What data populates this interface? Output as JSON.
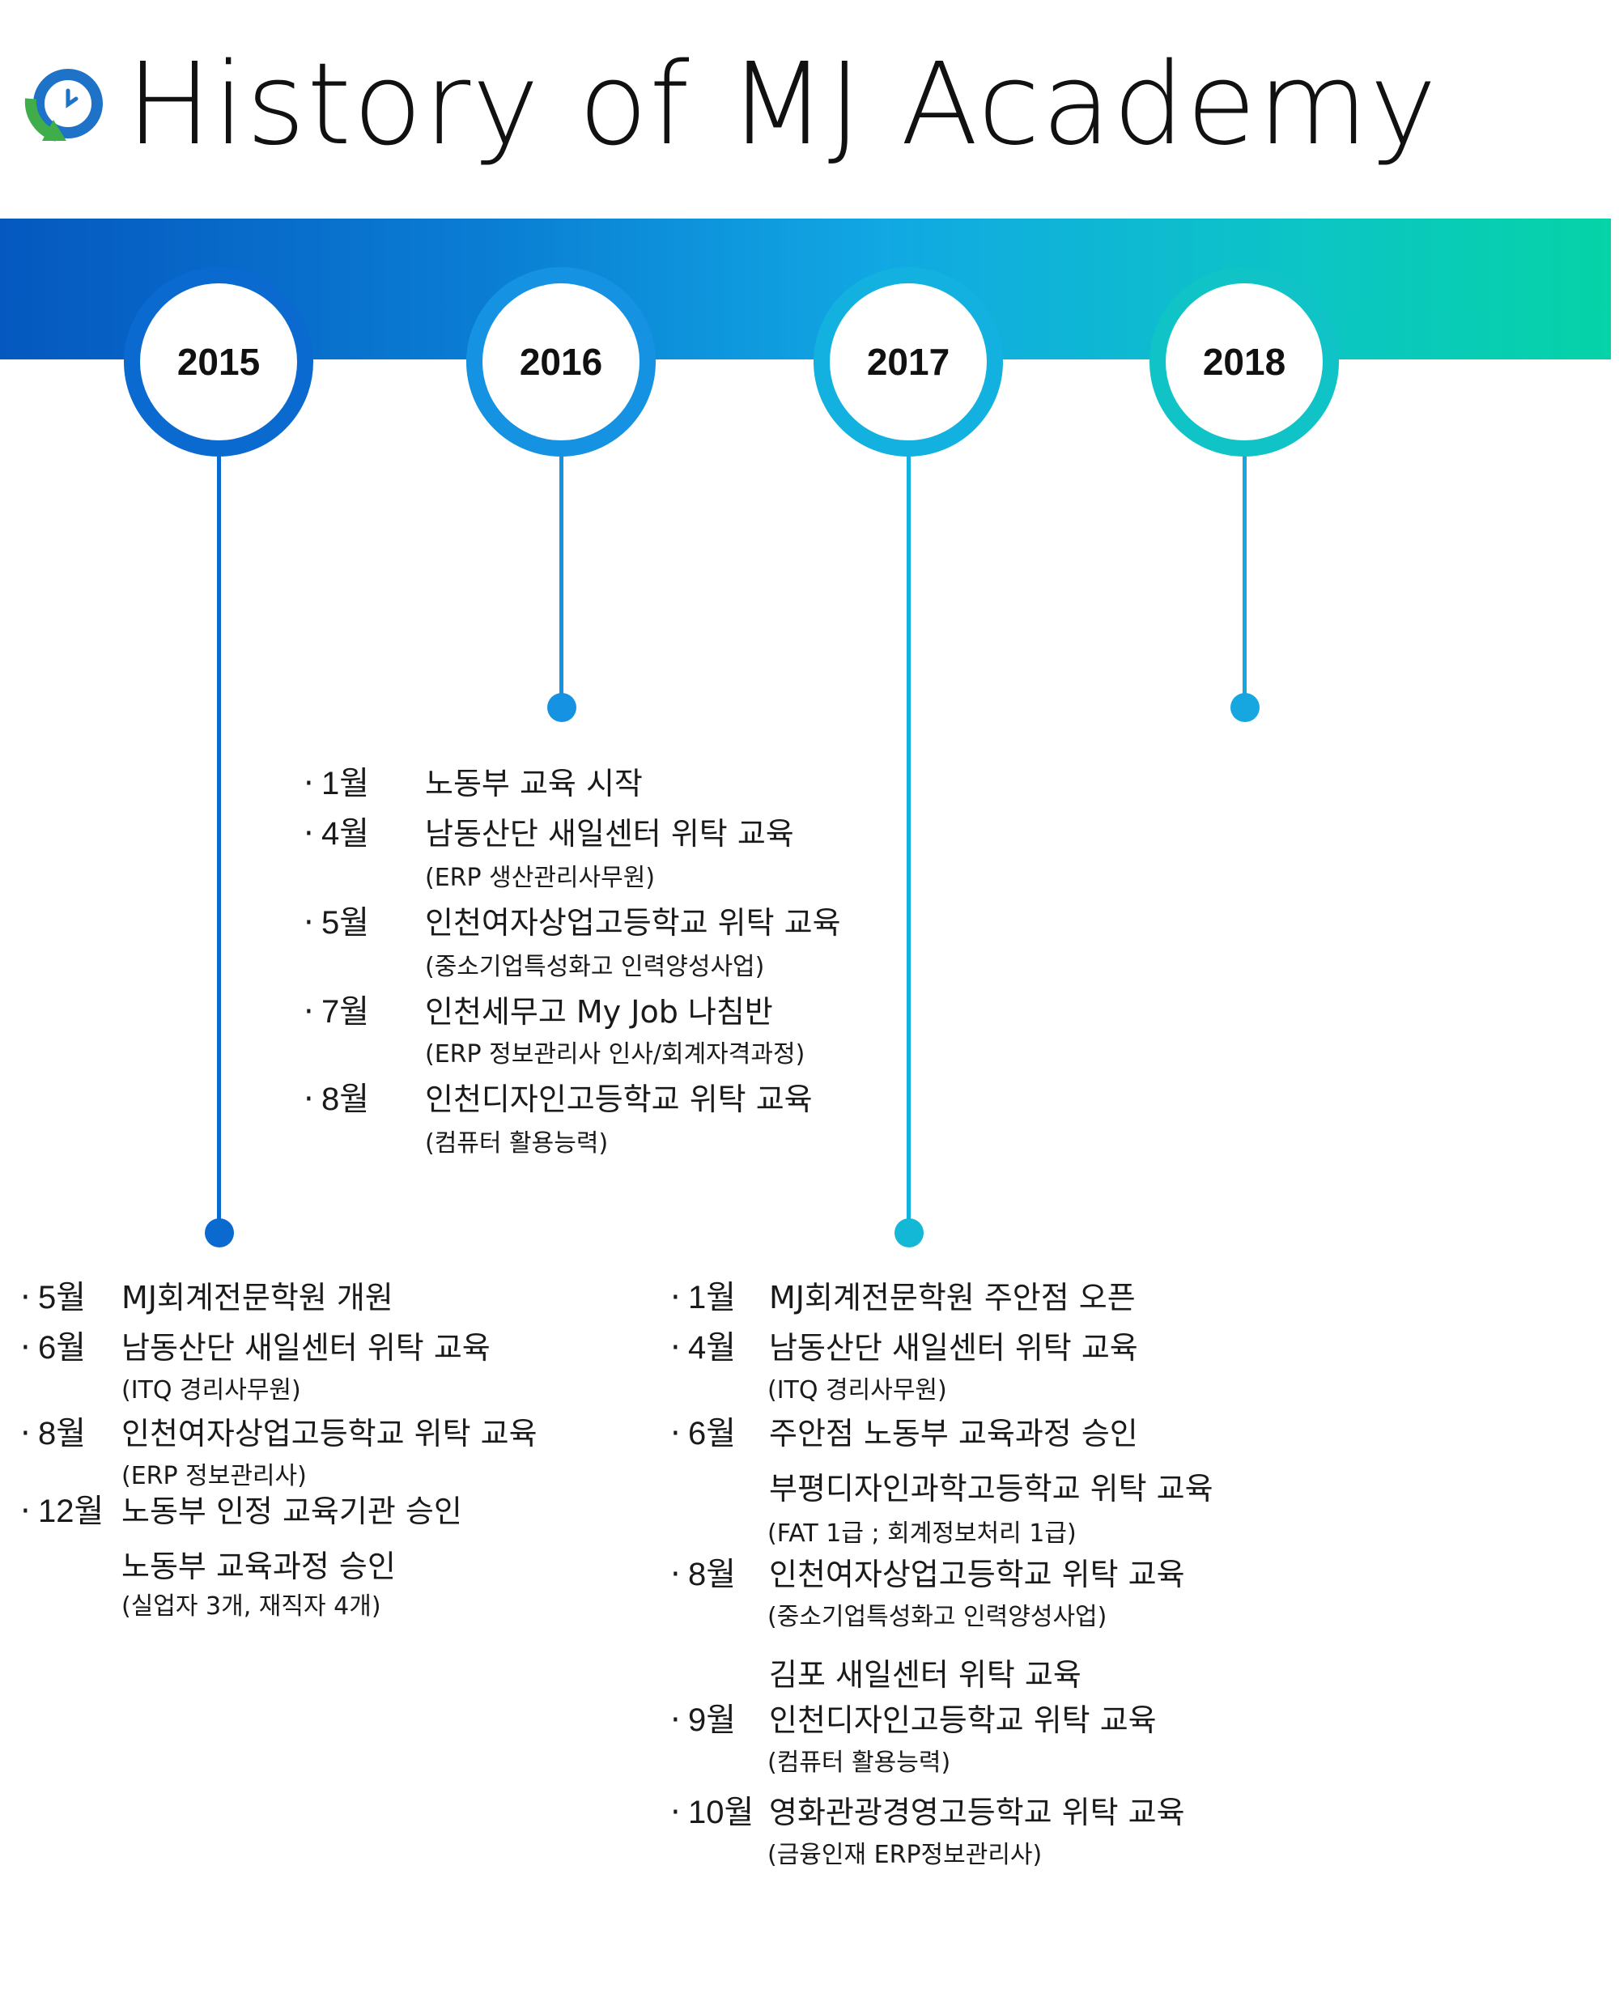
{
  "header": {
    "title": "History of MJ Academy",
    "logo_icon": "clock-refresh-icon",
    "colors": {
      "blue": "#1e72c8",
      "green": "#3fae4a"
    }
  },
  "timeline": {
    "band_colors": [
      "#0558bf",
      "#11a8e3",
      "#05d3a7"
    ],
    "years": [
      {
        "label": "2015",
        "color": "#0b6ad0"
      },
      {
        "label": "2016",
        "color": "#1592e2"
      },
      {
        "label": "2017",
        "color": "#12b1df"
      },
      {
        "label": "2018",
        "color": "#0fc3c7"
      }
    ]
  },
  "events": {
    "y2015": [
      {
        "month": "5월",
        "desc": "MJ회계전문학원 개원",
        "notes": []
      },
      {
        "month": "6월",
        "desc": "남동산단 새일센터 위탁 교육",
        "notes": [
          "(ITQ 경리사무원)"
        ]
      },
      {
        "month": "8월",
        "desc": "인천여자상업고등학교 위탁 교육",
        "notes": [
          "(ERP 정보관리사)"
        ]
      },
      {
        "month": "12월",
        "desc": "노동부 인정 교육기관 승인",
        "desc2": "노동부 교육과정 승인",
        "notes": [
          "(실업자 3개, 재직자 4개)"
        ]
      }
    ],
    "y2016": [
      {
        "month": "1월",
        "desc": "노동부 교육 시작",
        "notes": []
      },
      {
        "month": "4월",
        "desc": "남동산단 새일센터 위탁 교육",
        "notes": [
          "(ERP 생산관리사무원)"
        ]
      },
      {
        "month": "5월",
        "desc": "인천여자상업고등학교 위탁 교육",
        "notes": [
          "(중소기업특성화고 인력양성사업)"
        ]
      },
      {
        "month": "7월",
        "desc": "인천세무고 My Job 나침반",
        "notes": [
          "(ERP 정보관리사 인사/회계자격과정)"
        ]
      },
      {
        "month": "8월",
        "desc": "인천디자인고등학교 위탁 교육",
        "notes": [
          "(컴퓨터 활용능력)"
        ]
      }
    ],
    "y2017": [
      {
        "month": "1월",
        "desc": "MJ회계전문학원 주안점 오픈",
        "notes": []
      },
      {
        "month": "4월",
        "desc": "남동산단 새일센터 위탁 교육",
        "notes": [
          "(ITQ 경리사무원)"
        ]
      },
      {
        "month": "6월",
        "desc": "주안점 노동부 교육과정 승인",
        "desc2": "부평디자인과학고등학교 위탁 교육",
        "notes": [
          "(FAT 1급 ; 회계정보처리 1급)"
        ]
      },
      {
        "month": "8월",
        "desc": "인천여자상업고등학교 위탁 교육",
        "notes": [
          "(중소기업특성화고 인력양성사업)"
        ],
        "desc3": "김포 새일센터 위탁 교육"
      },
      {
        "month": "9월",
        "desc": "인천디자인고등학교 위탁 교육",
        "notes": [
          "(컴퓨터 활용능력)"
        ]
      },
      {
        "month": "10월",
        "desc": "영화관광경영고등학교 위탁 교육",
        "notes": [
          "(금융인재 ERP정보관리사)"
        ]
      }
    ]
  }
}
